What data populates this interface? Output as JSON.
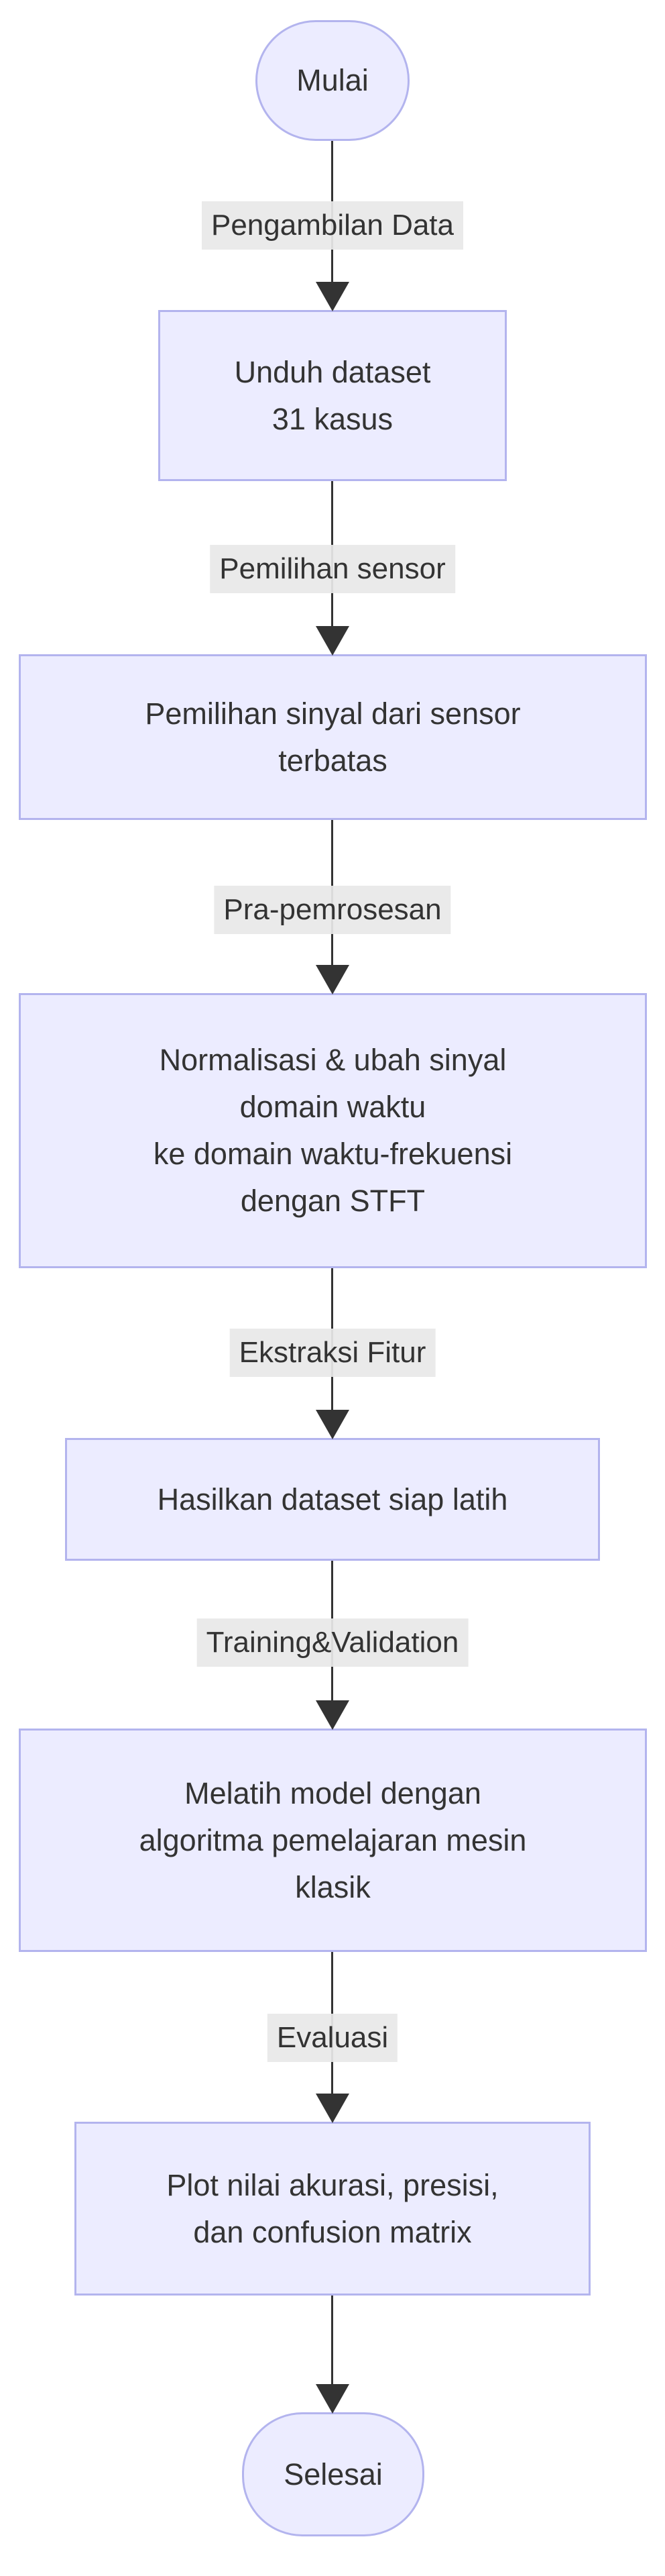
{
  "diagram": {
    "type": "flowchart",
    "direction": "top-down",
    "colors": {
      "node_fill": "#ECECFF",
      "node_border": "#b3b4ee",
      "text": "#333333",
      "edge": "#333333",
      "edge_label_bg": "#e8e8e8",
      "background": "#ffffff"
    },
    "nodes": [
      {
        "id": "start",
        "shape": "stadium",
        "label": "Mulai"
      },
      {
        "id": "download-dataset",
        "shape": "rect",
        "label": "Unduh dataset\n31 kasus"
      },
      {
        "id": "select-signals",
        "shape": "rect",
        "label": "Pemilihan sinyal dari sensor\nterbatas"
      },
      {
        "id": "preprocess-stft",
        "shape": "rect",
        "label": "Normalisasi & ubah sinyal\ndomain waktu\nke domain waktu-frekuensi\ndengan STFT"
      },
      {
        "id": "ready-dataset",
        "shape": "rect",
        "label": "Hasilkan dataset siap latih"
      },
      {
        "id": "train-model",
        "shape": "rect",
        "label": "Melatih model dengan\nalgoritma pemelajaran mesin\nklasik"
      },
      {
        "id": "plot-metrics",
        "shape": "rect",
        "label": "Plot nilai akurasi, presisi,\ndan confusion matrix"
      },
      {
        "id": "end",
        "shape": "stadium",
        "label": "Selesai"
      }
    ],
    "edges": [
      {
        "from": "start",
        "to": "download-dataset",
        "label": "Pengambilan Data"
      },
      {
        "from": "download-dataset",
        "to": "select-signals",
        "label": "Pemilihan sensor"
      },
      {
        "from": "select-signals",
        "to": "preprocess-stft",
        "label": "Pra-pemrosesan"
      },
      {
        "from": "preprocess-stft",
        "to": "ready-dataset",
        "label": "Ekstraksi Fitur"
      },
      {
        "from": "ready-dataset",
        "to": "train-model",
        "label": "Training&Validation"
      },
      {
        "from": "train-model",
        "to": "plot-metrics",
        "label": "Evaluasi"
      },
      {
        "from": "plot-metrics",
        "to": "end",
        "label": ""
      }
    ]
  }
}
